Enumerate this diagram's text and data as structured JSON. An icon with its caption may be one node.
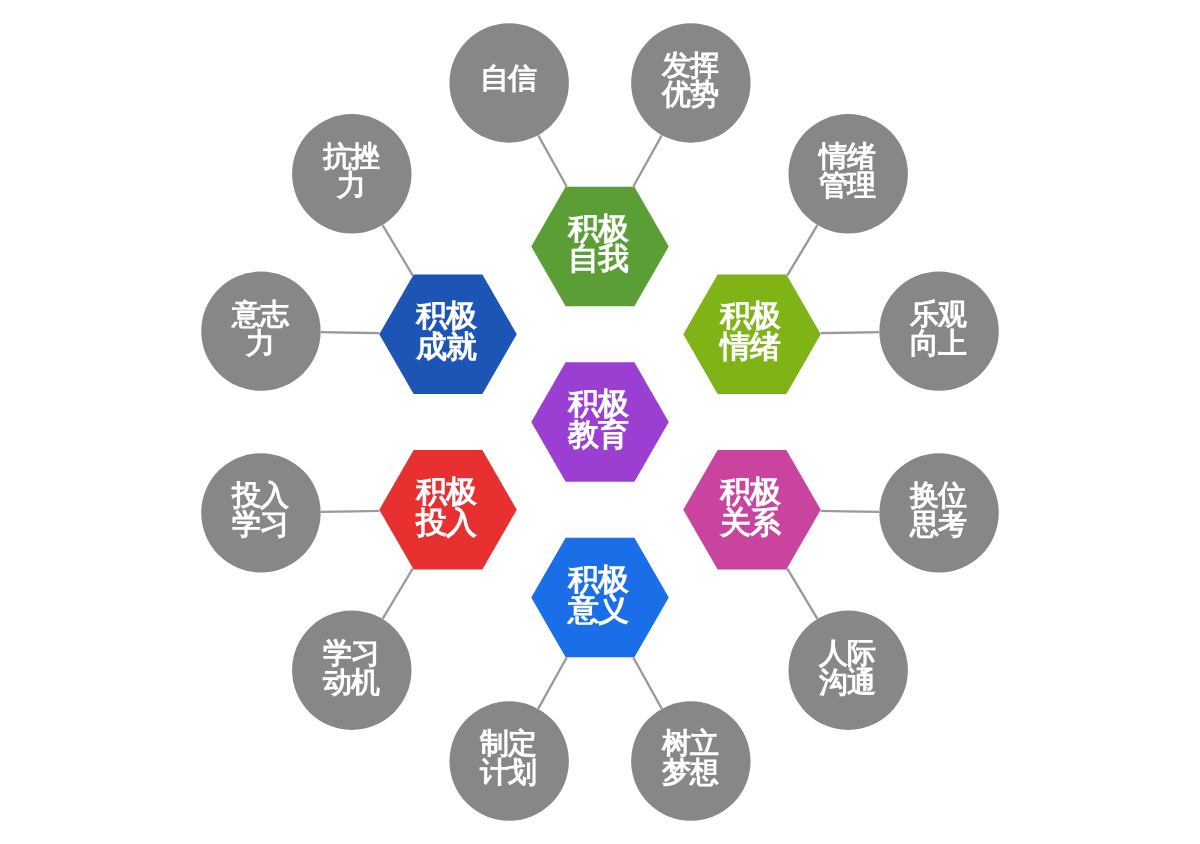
{
  "diagram": {
    "nodes": [
      {
        "text": [
          "积极教育"
        ]
      },
      {
        "text": [
          "积极自我"
        ]
      },
      {
        "text": [
          "自信"
        ]
      },
      {
        "text": [
          "发挥优势"
        ]
      },
      {
        "text": [
          "积极情绪"
        ]
      },
      {
        "text": [
          "情绪管理"
        ]
      },
      {
        "text": [
          "乐观向上"
        ]
      },
      {
        "text": [
          "积极关系"
        ]
      },
      {
        "text": [
          "换位思考"
        ]
      },
      {
        "text": [
          "人际沟通"
        ]
      },
      {
        "text": [
          "积极意义"
        ]
      },
      {
        "text": [
          "树立梦想"
        ]
      },
      {
        "text": [
          "制定计划"
        ]
      },
      {
        "text": [
          "积极投入"
        ]
      },
      {
        "text": [
          "学习动机"
        ]
      },
      {
        "text": [
          "投入学习"
        ]
      },
      {
        "text": [
          "积极成就"
        ]
      },
      {
        "text": [
          "意志力"
        ]
      },
      {
        "text": [
          "抗挫力"
        ]
      }
    ],
    "edges": [
      {
        "from": 1,
        "to": 2,
        "arrow": "none"
      },
      {
        "from": 1,
        "to": 3,
        "arrow": "none"
      },
      {
        "from": 4,
        "to": 5,
        "arrow": "none"
      },
      {
        "from": 4,
        "to": 6,
        "arrow": "none"
      },
      {
        "from": 7,
        "to": 8,
        "arrow": "none"
      },
      {
        "from": 7,
        "to": 9,
        "arrow": "none"
      },
      {
        "from": 10,
        "to": 11,
        "arrow": "none"
      },
      {
        "from": 10,
        "to": 12,
        "arrow": "none"
      },
      {
        "from": 13,
        "to": 14,
        "arrow": "none"
      },
      {
        "from": 13,
        "to": 15,
        "arrow": "none"
      },
      {
        "from": 16,
        "to": 17,
        "arrow": "none"
      },
      {
        "from": 16,
        "to": 18,
        "arrow": "none"
      }
    ]
  }
}
